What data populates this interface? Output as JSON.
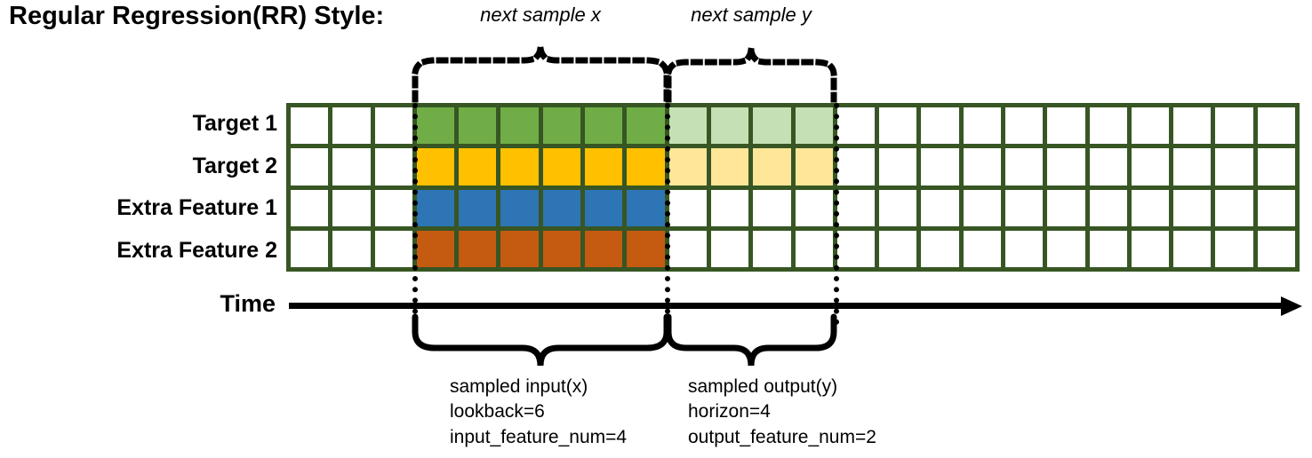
{
  "title": "Regular Regression(RR) Style:",
  "rows": [
    {
      "label": "Target 1",
      "color_key": "green"
    },
    {
      "label": "Target 2",
      "color_key": "amber"
    },
    {
      "label": "Extra Feature 1",
      "color_key": "blue"
    },
    {
      "label": "Extra Feature 2",
      "color_key": "orange"
    }
  ],
  "axis": {
    "label": "Time",
    "direction": "right-arrow"
  },
  "grid": {
    "columns": 24,
    "rows": 4,
    "leading_blank_columns": 3,
    "input_columns": 6,
    "output_columns": 4,
    "trailing_blank_columns": 11
  },
  "colors": {
    "grid_line": "#375623",
    "green": "#70ad47",
    "amber": "#ffc000",
    "blue": "#2e75b6",
    "orange": "#c55a11",
    "green_light": "#c5e0b4",
    "amber_light": "#ffe699",
    "blank": "#ffffff",
    "ink": "#000000"
  },
  "annotations": {
    "top": [
      {
        "name": "next-sample-x",
        "text": "next sample x"
      },
      {
        "name": "next-sample-y",
        "text": "next sample y"
      }
    ],
    "bottom": [
      {
        "name": "sampled-input",
        "lines": [
          "sampled input(x)",
          "lookback=6",
          "input_feature_num=4"
        ]
      },
      {
        "name": "sampled-output",
        "lines": [
          "sampled output(y)",
          "horizon=4",
          "output_feature_num=2"
        ]
      }
    ]
  },
  "chart_data": {
    "type": "heatmap",
    "title": "Regular Regression(RR) Style:",
    "categories": [
      "Target 1",
      "Target 2",
      "Extra Feature 1",
      "Extra Feature 2"
    ],
    "xlabel": "Time",
    "ylabel": "",
    "legend": [
      "next sample x",
      "next sample y",
      "sampled input(x)",
      "sampled output(y)"
    ],
    "notes": {
      "lookback": 6,
      "horizon": 4,
      "input_feature_num": 4,
      "output_feature_num": 2
    },
    "series": [
      {
        "name": "Target 1",
        "values": [
          "blank",
          "blank",
          "blank",
          "input",
          "input",
          "input",
          "input",
          "input",
          "input",
          "output",
          "output",
          "output",
          "output",
          "blank",
          "blank",
          "blank",
          "blank",
          "blank",
          "blank",
          "blank",
          "blank",
          "blank",
          "blank",
          "blank"
        ]
      },
      {
        "name": "Target 2",
        "values": [
          "blank",
          "blank",
          "blank",
          "input",
          "input",
          "input",
          "input",
          "input",
          "input",
          "output",
          "output",
          "output",
          "output",
          "blank",
          "blank",
          "blank",
          "blank",
          "blank",
          "blank",
          "blank",
          "blank",
          "blank",
          "blank",
          "blank"
        ]
      },
      {
        "name": "Extra Feature 1",
        "values": [
          "blank",
          "blank",
          "blank",
          "input",
          "input",
          "input",
          "input",
          "input",
          "input",
          "blank",
          "blank",
          "blank",
          "blank",
          "blank",
          "blank",
          "blank",
          "blank",
          "blank",
          "blank",
          "blank",
          "blank",
          "blank",
          "blank",
          "blank"
        ]
      },
      {
        "name": "Extra Feature 2",
        "values": [
          "blank",
          "blank",
          "blank",
          "input",
          "input",
          "input",
          "input",
          "input",
          "input",
          "blank",
          "blank",
          "blank",
          "blank",
          "blank",
          "blank",
          "blank",
          "blank",
          "blank",
          "blank",
          "blank",
          "blank",
          "blank",
          "blank",
          "blank"
        ]
      }
    ]
  }
}
